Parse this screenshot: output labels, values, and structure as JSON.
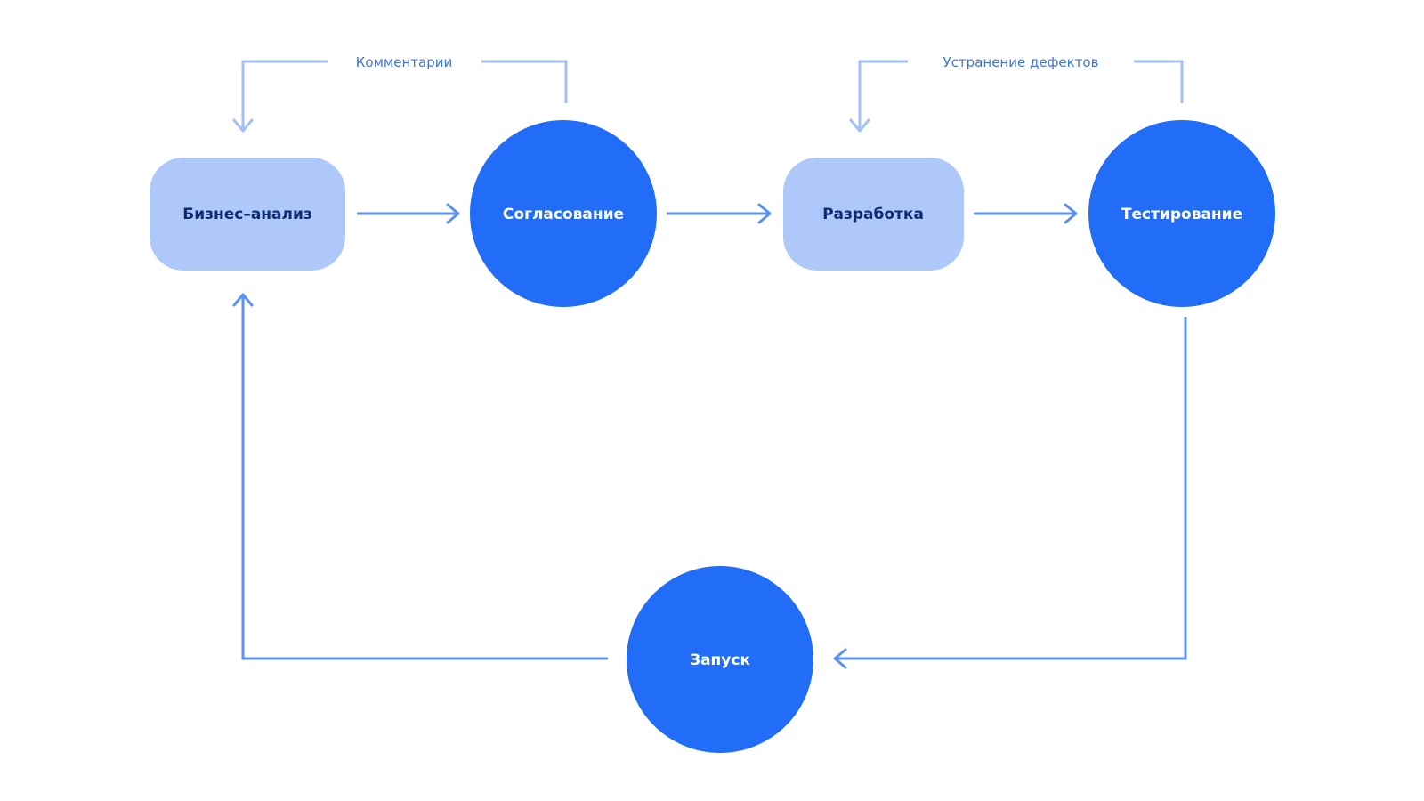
{
  "colors": {
    "background": "#ffffff",
    "primary_node": "#226df8",
    "secondary_node": "#adc8f9",
    "primary_text": "#ffffff",
    "secondary_text": "#0b2c74",
    "main_arrow": "#5c91f1",
    "feedback_arrow": "#a3c0f5",
    "feedback_label": "#3f74d8"
  },
  "nodes": {
    "business_analysis": "Бизнес–анализ",
    "approval": "Согласование",
    "development": "Разработка",
    "testing": "Тестирование",
    "launch": "Запуск"
  },
  "feedback_labels": {
    "comments": "Комментарии",
    "defect_fixing": "Устранение дефектов"
  },
  "icons": [
    "arrow-right-icon",
    "arrow-left-icon",
    "arrow-up-icon",
    "arrow-down-icon"
  ]
}
